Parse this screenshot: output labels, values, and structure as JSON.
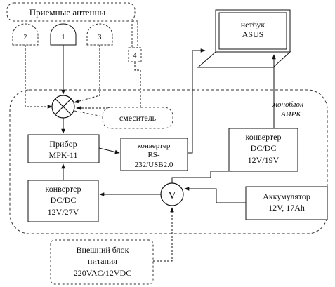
{
  "antennas": {
    "group_label": "Приемные антенны",
    "items": [
      {
        "label": "2"
      },
      {
        "label": "1"
      },
      {
        "label": "3"
      },
      {
        "label": "4"
      }
    ]
  },
  "netbook": {
    "line1": "нетбук",
    "line2": "ASUS"
  },
  "monoblock": {
    "line1": "моноблок",
    "line2": "АИРК"
  },
  "mixer": {
    "label": "смеситель"
  },
  "device": {
    "line1": "Прибор",
    "line2": "МРК-11"
  },
  "converter_rs": {
    "line1": "конвертер",
    "line2": "RS-",
    "line3": "232/USB2.0"
  },
  "converter_19v": {
    "line1": "конвертер",
    "line2": "DC/DC",
    "line3": "12V/19V"
  },
  "converter_27v": {
    "line1": "конвертер",
    "line2": "DC/DC",
    "line3": "12V/27V"
  },
  "voltmeter": {
    "label": "V"
  },
  "battery": {
    "line1": "Аккумулятор",
    "line2": "12V, 17Ah"
  },
  "power_supply": {
    "line1": "Внешний блок",
    "line2": "питания",
    "line3": "220VAC/12VDC"
  }
}
